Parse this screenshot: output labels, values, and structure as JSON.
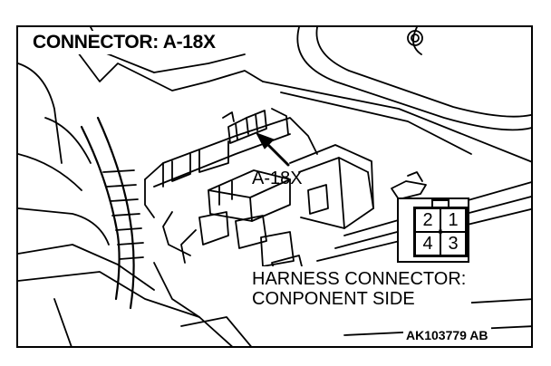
{
  "title": "CONNECTOR: A-18X",
  "callout_label": "A-18X",
  "connector_view": {
    "line1": "HARNESS CONNECTOR:",
    "line2": "CONPONENT SIDE"
  },
  "pins": [
    "2",
    "1",
    "4",
    "3"
  ],
  "figure_code": "AK103779 AB",
  "colors": {
    "line": "#000000",
    "background": "#ffffff"
  },
  "icons": [
    "connector-pinout-icon",
    "callout-arrow-icon",
    "x-mark-icon"
  ]
}
